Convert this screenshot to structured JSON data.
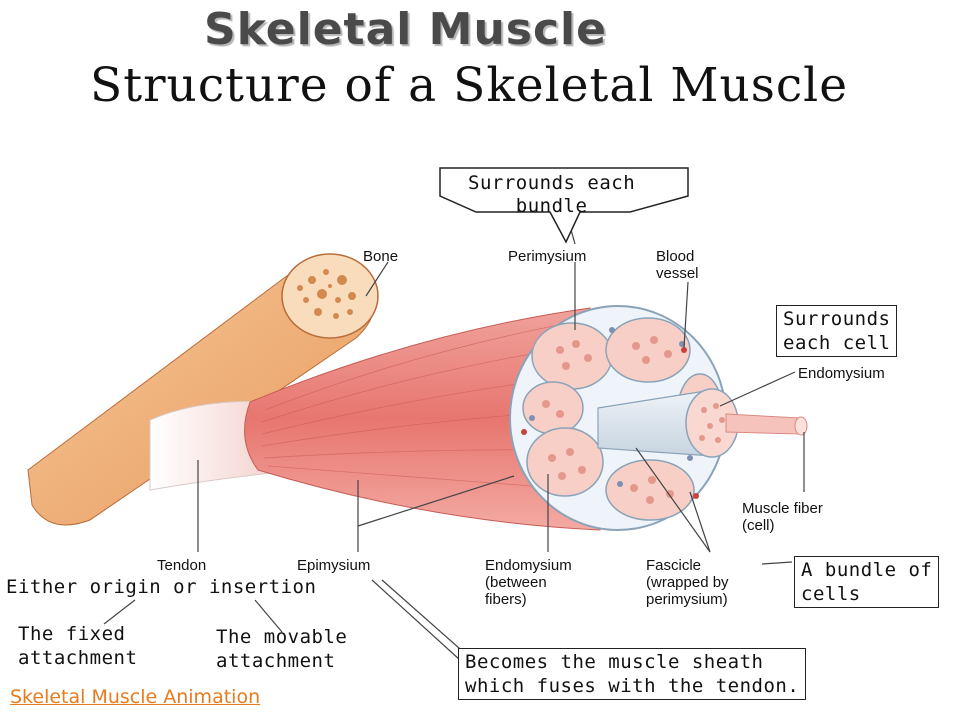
{
  "slide": {
    "title": "Skeletal Muscle",
    "diagram_title": "Structure of a Skeletal Muscle",
    "link_label": "Skeletal Muscle Animation"
  },
  "labels": {
    "bone": "Bone",
    "perimysium": "Perimysium",
    "blood_vessel_line1": "Blood",
    "blood_vessel_line2": "vessel",
    "endomysium": "Endomysium",
    "muscle_fiber_line1": "Muscle fiber",
    "muscle_fiber_line2": "(cell)",
    "tendon": "Tendon",
    "epimysium": "Epimysium",
    "endomysium_between_line1": "Endomysium",
    "endomysium_between_line2": "(between",
    "endomysium_between_line3": "fibers)",
    "fascicle_line1": "Fascicle",
    "fascicle_line2": "(wrapped by",
    "fascicle_line3": "perimysium)"
  },
  "callouts": {
    "perimysium_note_line1": "Surrounds each",
    "perimysium_note_line2": "bundle",
    "endomysium_note_line1": "Surrounds",
    "endomysium_note_line2": "each cell",
    "fascicle_note_line1": "A bundle of",
    "fascicle_note_line2": "cells",
    "epimysium_note_line1": "Becomes the muscle sheath",
    "epimysium_note_line2": "which fuses with the tendon."
  },
  "notes": {
    "tendon_note": "Either origin or insertion",
    "fixed_line1": "The fixed",
    "fixed_line2": "attachment",
    "movable_line1": "The movable",
    "movable_line2": "attachment"
  },
  "colors": {
    "link": "#e87b1e",
    "muscle": "#e8837d",
    "bone": "#f2b27c",
    "tendon": "#f4f1ee"
  }
}
